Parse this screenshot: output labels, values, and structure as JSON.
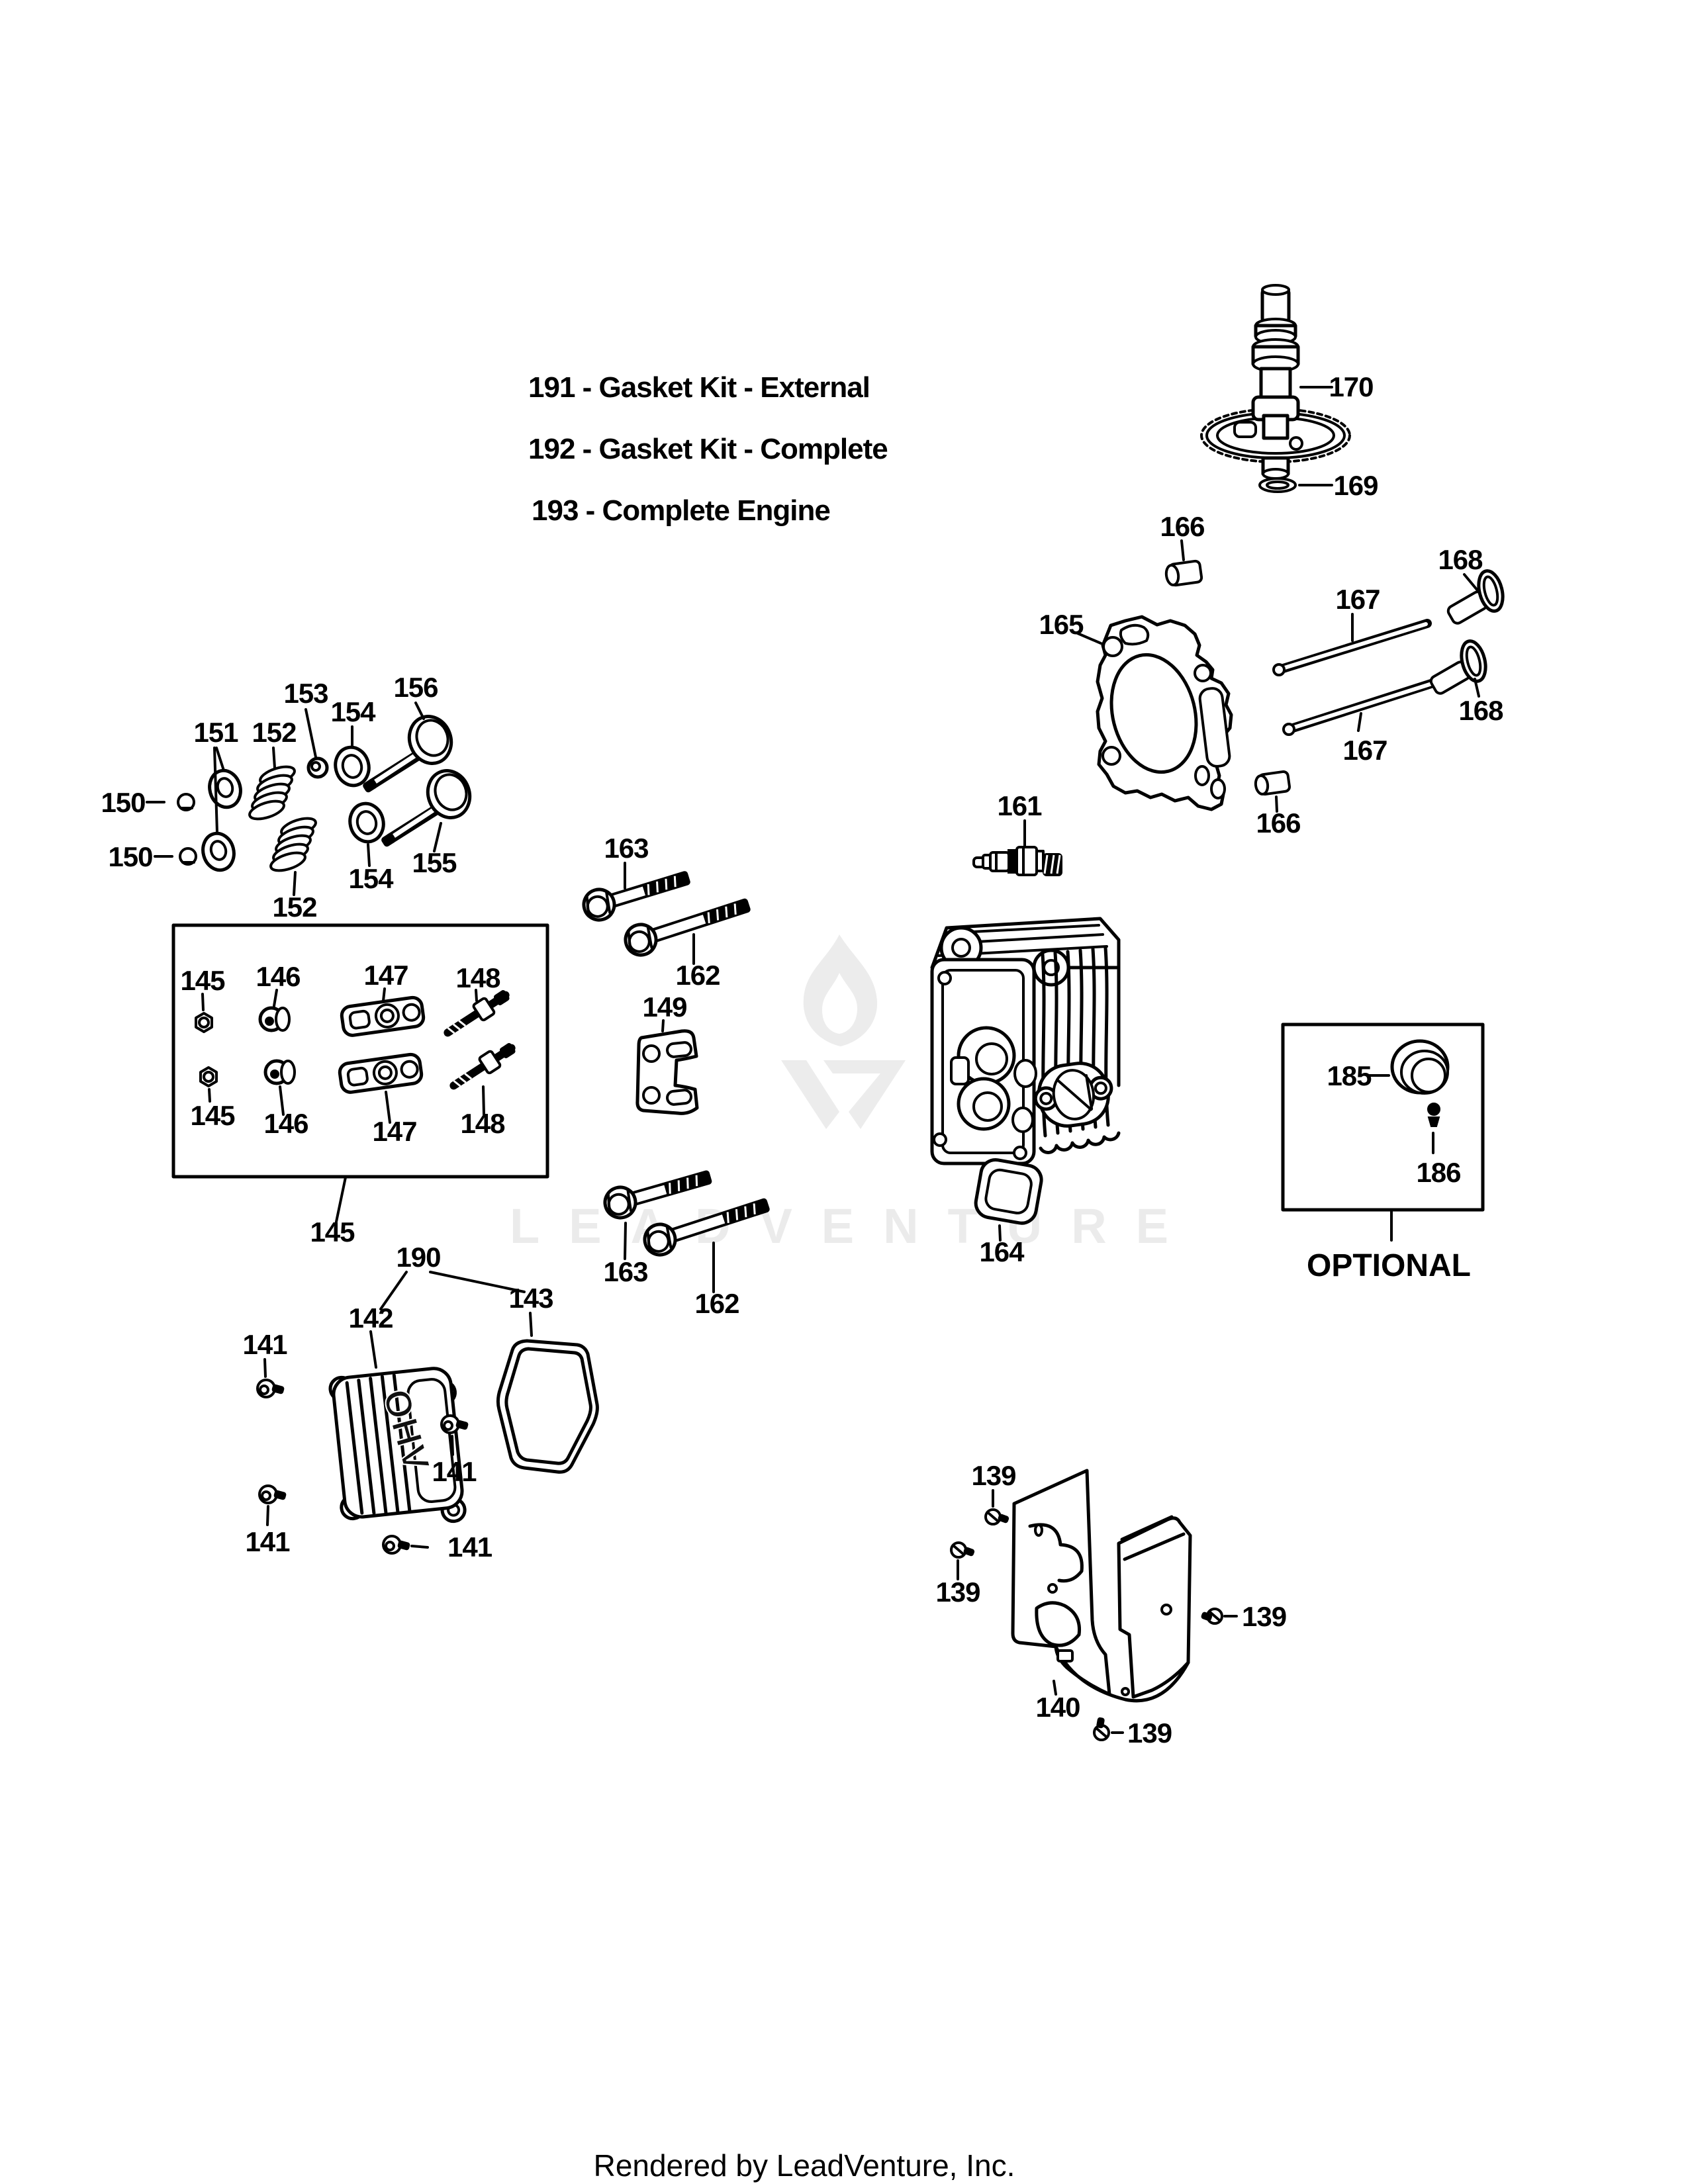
{
  "title_block": {
    "lines": [
      "191 - Gasket Kit - External",
      "192 - Gasket Kit - Complete",
      "193 - Complete Engine"
    ]
  },
  "diagram": {
    "callouts": [
      {
        "text": "170"
      },
      {
        "text": "169"
      },
      {
        "text": "166"
      },
      {
        "text": "165"
      },
      {
        "text": "167"
      },
      {
        "text": "168"
      },
      {
        "text": "168"
      },
      {
        "text": "167"
      },
      {
        "text": "166"
      },
      {
        "text": "161"
      },
      {
        "text": "150"
      },
      {
        "text": "150"
      },
      {
        "text": "151"
      },
      {
        "text": "152"
      },
      {
        "text": "153"
      },
      {
        "text": "154"
      },
      {
        "text": "156"
      },
      {
        "text": "155"
      },
      {
        "text": "154"
      },
      {
        "text": "152"
      },
      {
        "text": "163"
      },
      {
        "text": "162"
      },
      {
        "text": "149"
      },
      {
        "text": "145"
      },
      {
        "text": "146"
      },
      {
        "text": "147"
      },
      {
        "text": "148"
      },
      {
        "text": "145"
      },
      {
        "text": "146"
      },
      {
        "text": "147"
      },
      {
        "text": "148"
      },
      {
        "text": "145"
      },
      {
        "text": "163"
      },
      {
        "text": "162"
      },
      {
        "text": "164"
      },
      {
        "text": "185"
      },
      {
        "text": "186"
      },
      {
        "text": "190"
      },
      {
        "text": "142"
      },
      {
        "text": "143"
      },
      {
        "text": "141"
      },
      {
        "text": "141"
      },
      {
        "text": "141"
      },
      {
        "text": "141"
      },
      {
        "text": "139"
      },
      {
        "text": "139"
      },
      {
        "text": "139"
      },
      {
        "text": "139"
      },
      {
        "text": "140"
      }
    ],
    "optional_box_label": "OPTIONAL",
    "valve_cover_embossed": "OHV"
  },
  "watermark": {
    "text": "LEADVENTURE"
  },
  "footer": {
    "text": "Rendered by LeadVenture, Inc."
  }
}
